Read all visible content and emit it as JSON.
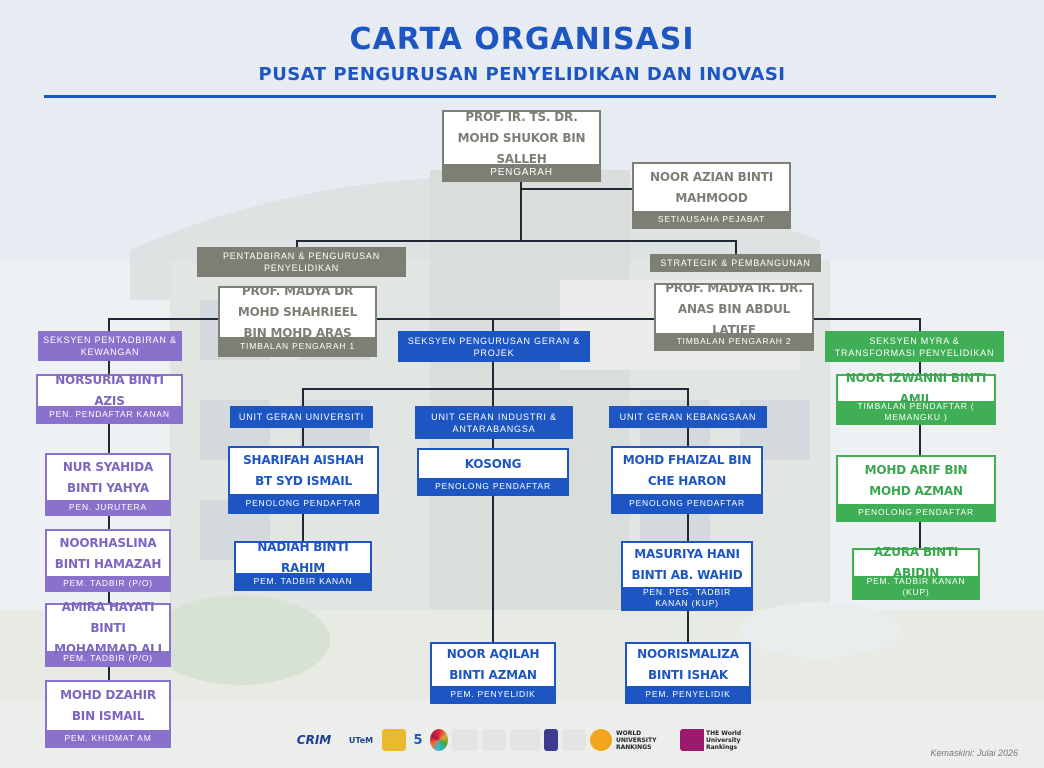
{
  "header": {
    "title": "CARTA ORGANISASI",
    "subtitle": "PUSAT PENGURUSAN PENYELIDIKAN DAN INOVASI"
  },
  "director": {
    "name": "PROF. IR. TS. DR. MOHD SHUKOR BIN SALLEH",
    "role": "PENGARAH"
  },
  "secretary": {
    "name": "NOOR AZIAN BINTI MAHMOOD",
    "role": "SETIAUSAHA PEJABAT"
  },
  "division_left": {
    "label": "PENTADBIRAN & PENGURUSAN PENYELIDIKAN",
    "name": "PROF. MADYA DR MOHD SHAHRIEEL BIN MOHD ARAS",
    "role": "TIMBALAN PENGARAH 1"
  },
  "division_right": {
    "label": "STRATEGIK & PEMBANGUNAN",
    "name": "PROF. MADYA IR. DR. ANAS BIN ABDUL LATIFF",
    "role": "TIMBALAN PENGARAH 2"
  },
  "section_admin": {
    "label": "SEKSYEN PENTADBIRAN & KEWANGAN",
    "staff": [
      {
        "name": "NORSURIA BINTI AZIS",
        "role": "PEN. PENDAFTAR KANAN"
      },
      {
        "name": "NUR SYAHIDA BINTI YAHYA",
        "role": "PEN. JURUTERA"
      },
      {
        "name": "NOORHASLINA BINTI HAMAZAH",
        "role": "PEM. TADBIR (P/O)"
      },
      {
        "name": "AMIRA HAYATI BINTI MOHAMMAD ALI",
        "role": "PEM. TADBIR (P/O)"
      },
      {
        "name": "MOHD DZAHIR BIN ISMAIL",
        "role": "PEM. KHIDMAT AM"
      }
    ]
  },
  "section_grant": {
    "label": "SEKSYEN PENGURUSAN GERAN & PROJEK",
    "units": [
      {
        "label": "UNIT GERAN UNIVERSITI",
        "staff": [
          {
            "name": "SHARIFAH AISHAH BT SYD ISMAIL",
            "role": "PENOLONG PENDAFTAR"
          },
          {
            "name": "NADIAH BINTI RAHIM",
            "role": "PEM. TADBIR KANAN"
          }
        ]
      },
      {
        "label": "UNIT GERAN INDUSTRI & ANTARABANGSA",
        "staff": [
          {
            "name": "KOSONG",
            "role": "PENOLONG PENDAFTAR"
          },
          {
            "name": "NOOR AQILAH BINTI AZMAN",
            "role": "PEM. PENYELIDIK"
          }
        ]
      },
      {
        "label": "UNIT GERAN KEBANGSAAN",
        "staff": [
          {
            "name": "MOHD FHAIZAL BIN CHE HARON",
            "role": "PENOLONG PENDAFTAR"
          },
          {
            "name": "MASURIYA HANI BINTI AB. WAHID",
            "role": "PEN. PEG. TADBIR KANAN (KUP)"
          },
          {
            "name": "NOORISMALIZA BINTI ISHAK",
            "role": "PEM. PENYELIDIK"
          }
        ]
      }
    ]
  },
  "section_myra": {
    "label": "SEKSYEN MYRA & TRANSFORMASI PENYELIDIKAN",
    "staff": [
      {
        "name": "NOOR IZWANNI BINTI AMIL",
        "role": "TIMBALAN PENDAFTAR ( MEMANGKU )"
      },
      {
        "name": "MOHD ARIF BIN MOHD AZMAN",
        "role": "PENOLONG PENDAFTAR"
      },
      {
        "name": "AZURA BINTI ABIDIN",
        "role": "PEM. TADBIR KANAN (KUP)"
      }
    ]
  },
  "footer": {
    "logos": [
      "CRIM",
      "UTeM",
      "5",
      "WORLD UNIVERSITY RANKINGS",
      "THE World University Rankings"
    ],
    "updated": "Kemaskini: Julai 2026"
  }
}
